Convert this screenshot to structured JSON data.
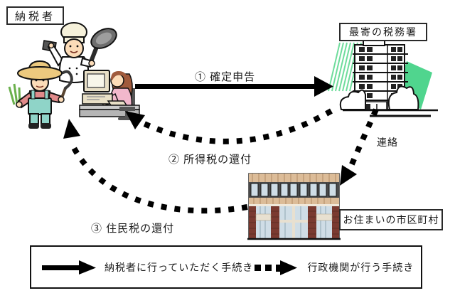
{
  "nodes": {
    "taxpayer": "納税者",
    "tax_office": "最寄の税務署",
    "municipality": "お住まいの市区町村"
  },
  "flows": {
    "step1": "① 確定申告",
    "step2": "② 所得税の還付",
    "contact": "連絡",
    "step3": "③ 住民税の還付"
  },
  "legend": {
    "solid": "納税者に行っていただく手続き",
    "dashed": "行政機関が行う手続き"
  },
  "illustrations": {
    "taxpayer_group": [
      "chef-icon",
      "farmer-icon",
      "woman-at-computer-icon"
    ],
    "tax_office": "tall-office-building-icon",
    "municipality": "brick-town-hall-icon"
  },
  "colors": {
    "line": "#000000",
    "green_accent": "#50d58e",
    "green_hatch": "#6fdc9c",
    "brick_dark": "#7a3a30",
    "brick_light": "#dcbc98",
    "window_glass": "#cfdde6",
    "skin": "#fcdcb8",
    "dress_pink": "#f2b8cc",
    "overalls_teal": "#8fd4c8",
    "straw_hat": "#ecc97e",
    "computer_beige": "#e8dfc6",
    "shirt_red": "#e08a8a"
  }
}
